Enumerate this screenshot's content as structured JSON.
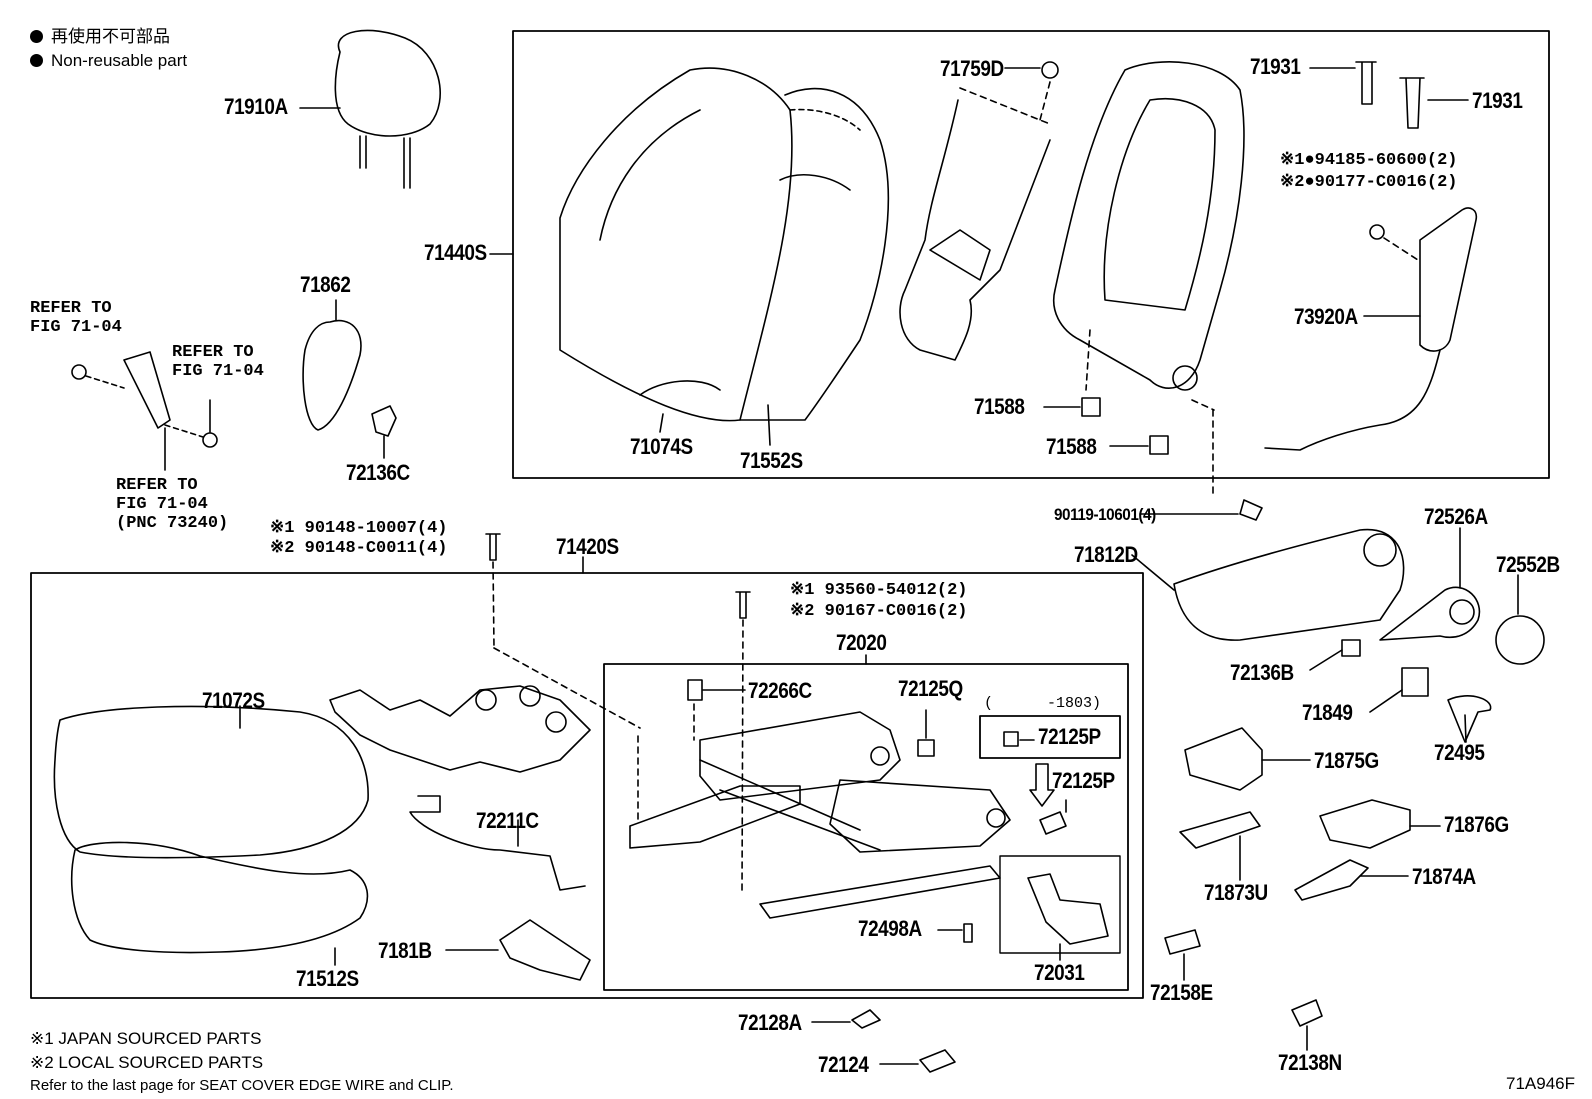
{
  "legend": {
    "jp_text": "再使用不可部品",
    "en_text": "Non-reusable part"
  },
  "parts": {
    "p71910A": "71910A",
    "p71440S": "71440S",
    "p71074S": "71074S",
    "p71552S": "71552S",
    "p71759D": "71759D",
    "p71931a": "71931",
    "p71931b": "71931",
    "p73920A": "73920A",
    "p71588a": "71588",
    "p71588b": "71588",
    "p71862": "71862",
    "p72136C": "72136C",
    "p90119": "90119-10601(4)",
    "p71420S": "71420S",
    "p71812D": "71812D",
    "p72526A": "72526A",
    "p72552B": "72552B",
    "p72136B": "72136B",
    "p71849": "71849",
    "p72495": "72495",
    "p71875G": "71875G",
    "p71876G": "71876G",
    "p71873U": "71873U",
    "p71874A": "71874A",
    "p72158E": "72158E",
    "p72138N": "72138N",
    "p72128A": "72128A",
    "p72124": "72124",
    "p72020": "72020",
    "p72266C": "72266C",
    "p72125Q": "72125Q",
    "p72125P_a": "72125P",
    "p72125P_b": "72125P",
    "p_range": "(      -1803)",
    "p72498A": "72498A",
    "p72031": "72031",
    "p71072S": "71072S",
    "p72211C": "72211C",
    "p7181B": "7181B",
    "p71512S": "71512S"
  },
  "refs": {
    "r1": "REFER TO\nFIG 71-04",
    "r2": "REFER TO\nFIG 71-04",
    "r3": "REFER TO\nFIG 71-04\n(PNC 73240)"
  },
  "fasteners": {
    "f_9418": "※1●94185-60600(2)",
    "f_9017": "※2●90177-C0016(2)",
    "f_90148a": "※1 90148-10007(4)",
    "f_90148b": "※2 90148-C0011(4)",
    "f_93560": "※1 93560-54012(2)",
    "f_90167": "※2 90167-C0016(2)"
  },
  "footer": {
    "note1": "※1 JAPAN SOURCED PARTS",
    "note2": "※2 LOCAL SOURCED PARTS",
    "note3": "Refer to the last page for SEAT COVER EDGE WIRE and CLIP.",
    "code": "71A946F"
  }
}
